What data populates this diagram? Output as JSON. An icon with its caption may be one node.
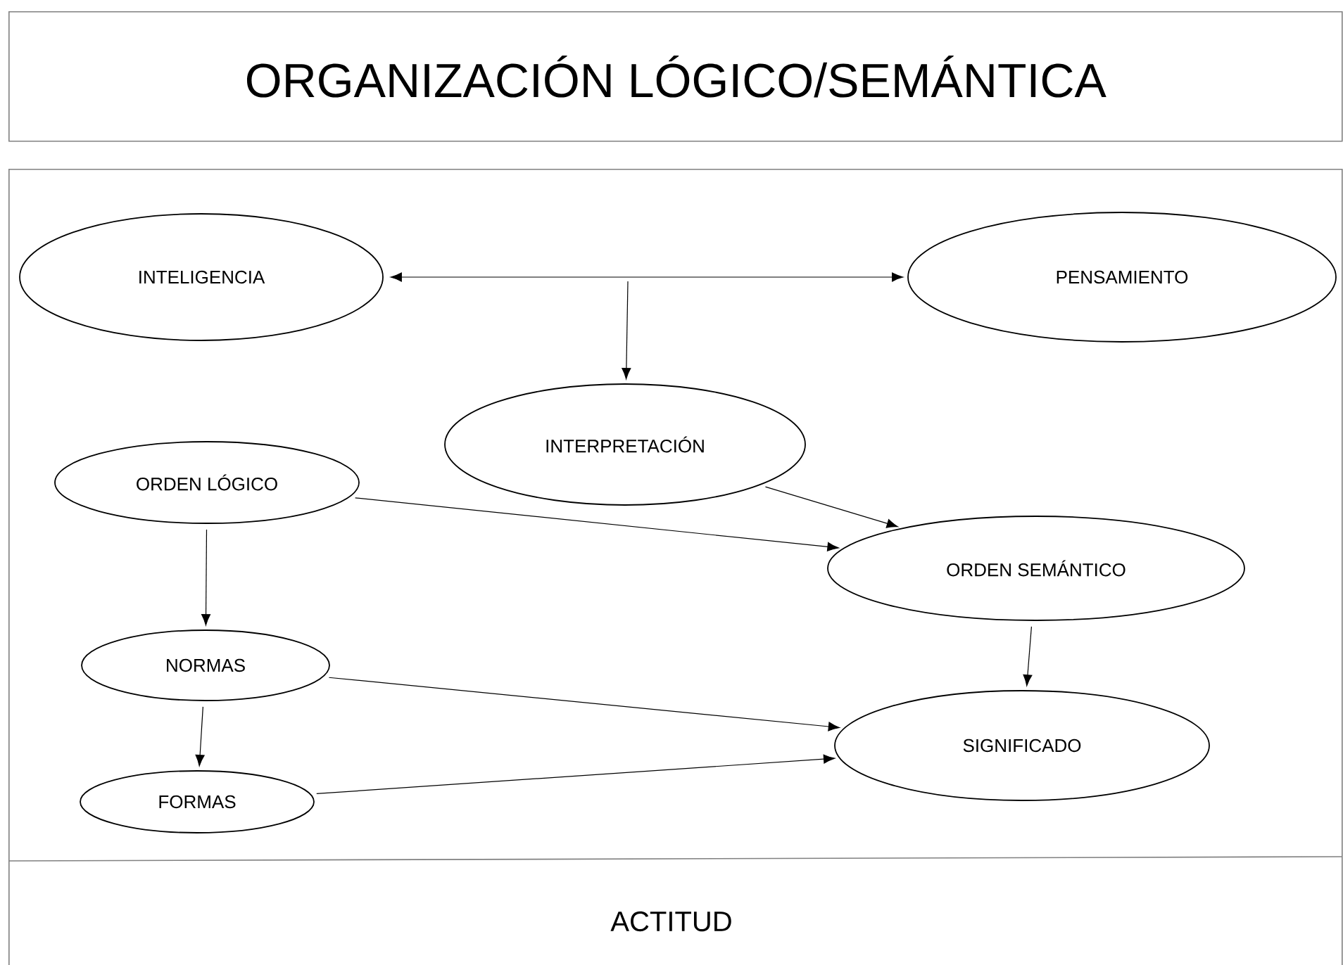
{
  "diagram": {
    "nodes": [
      {
        "text": [
          "ORGANIZACIÓN LÓGICO/SEMÁNTICA"
        ]
      },
      {
        "text": [
          "ACTITUD"
        ]
      },
      {
        "text": [
          "INTELIGENCIA"
        ],
        "in": 1
      },
      {
        "text": [
          "PENSAMIENTO"
        ],
        "in": 1
      },
      {
        "text": [
          "INTERPRETACIÓN"
        ],
        "in": 1
      },
      {
        "text": [
          "ORDEN LÓGICO"
        ],
        "in": 1
      },
      {
        "text": [
          "ORDEN SEMÁNTICO"
        ],
        "in": 1
      },
      {
        "text": [
          "NORMAS"
        ],
        "in": 1
      },
      {
        "text": [
          "SIGNIFICADO"
        ],
        "in": 1
      },
      {
        "text": [
          "FORMAS"
        ],
        "in": 1
      }
    ],
    "edges": [
      {
        "from": 2,
        "to": 3,
        "arrow": "both"
      },
      {
        "from": null,
        "to": 4,
        "arrow": "to"
      },
      {
        "from": 4,
        "to": 6,
        "arrow": "to"
      },
      {
        "from": 5,
        "to": 6,
        "arrow": "to"
      },
      {
        "from": 5,
        "to": 7,
        "arrow": "to"
      },
      {
        "from": 6,
        "to": 8,
        "arrow": "to"
      },
      {
        "from": 7,
        "to": 8,
        "arrow": "to"
      },
      {
        "from": 7,
        "to": 9,
        "arrow": "to"
      },
      {
        "from": 9,
        "to": 8,
        "arrow": "to"
      }
    ]
  }
}
